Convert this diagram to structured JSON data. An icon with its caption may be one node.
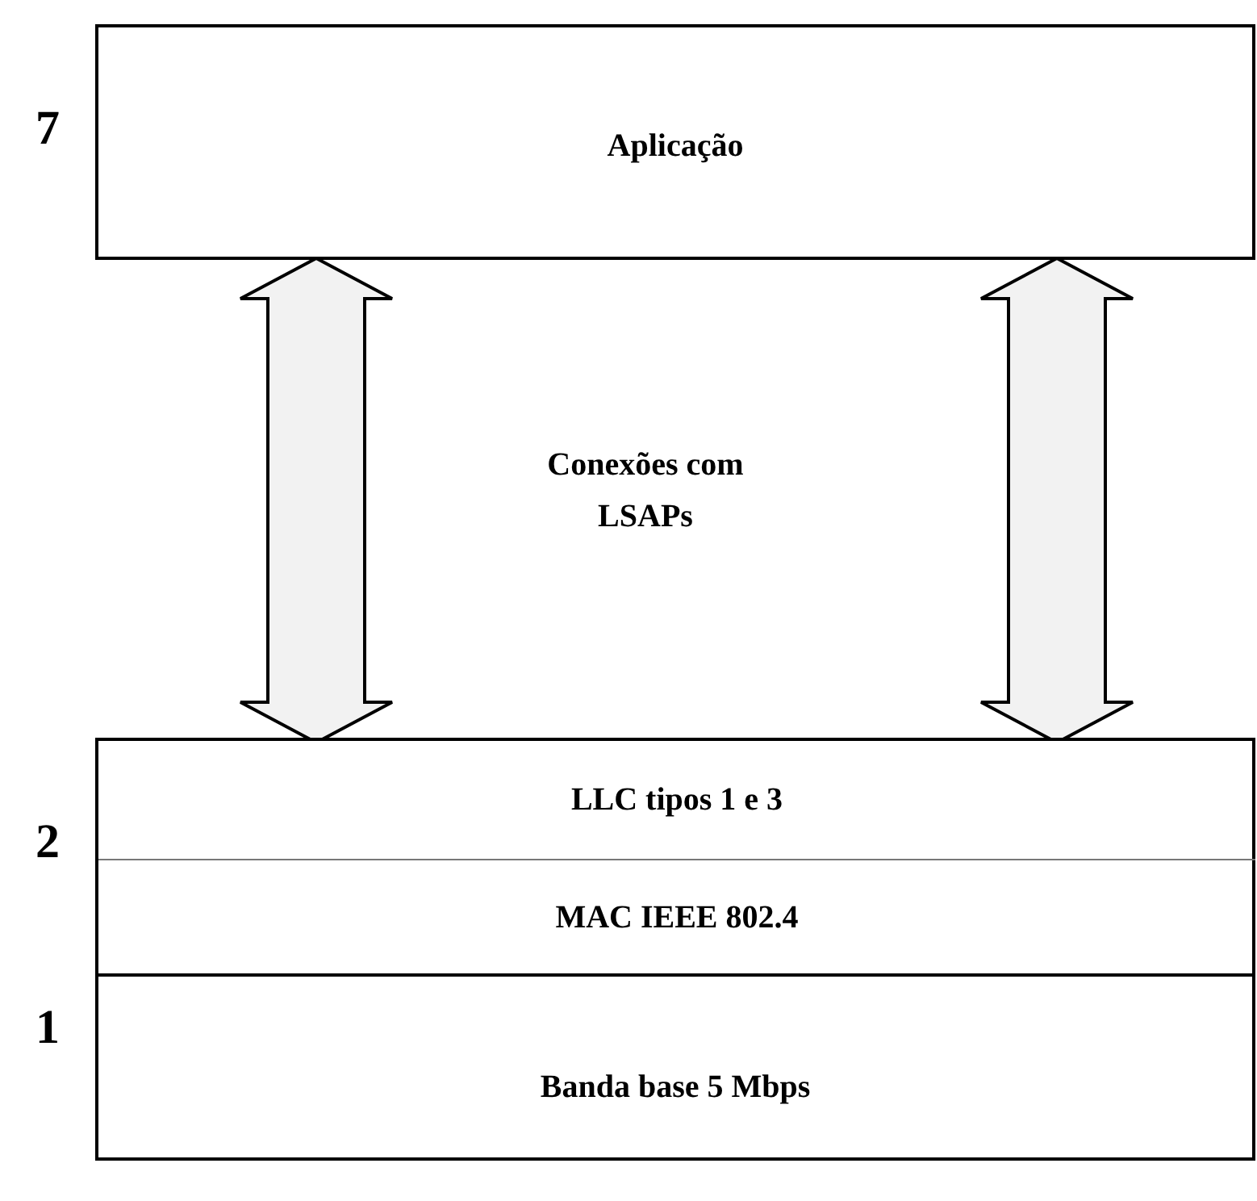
{
  "diagram": {
    "nodes": [
      {
        "text": [
          "Aplicação"
        ],
        "beside": [
          "7"
        ]
      },
      {
        "text": [],
        "shape": "box",
        "beside": [
          "2"
        ]
      },
      {
        "text": [
          "LLC tipos 1 e 3"
        ],
        "in": 1
      },
      {
        "text": [
          "MAC IEEE 802.4"
        ],
        "in": 1
      },
      {
        "text": [
          "Banda base 5 Mbps"
        ],
        "beside": [
          "1"
        ]
      }
    ],
    "edges": [
      {
        "from": 0,
        "to": 2,
        "arrow": "both"
      },
      {
        "from": 0,
        "to": 2,
        "arrow": "both"
      }
    ],
    "labels": [
      "Conexões com LSAPs"
    ]
  }
}
